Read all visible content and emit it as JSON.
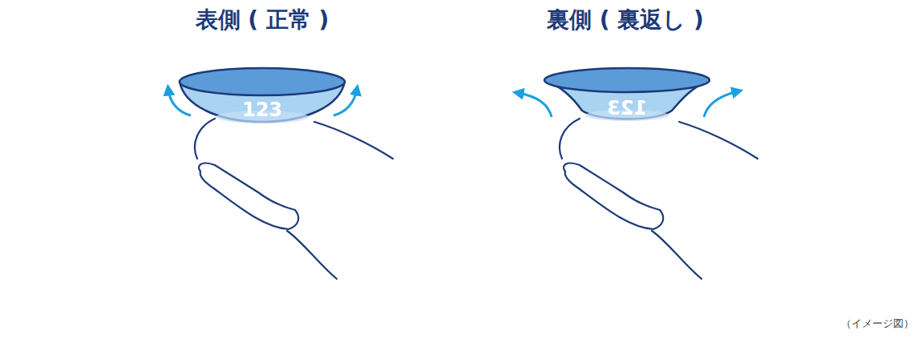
{
  "diagram": {
    "caption": "（イメージ図）",
    "labels": [
      "表側 ( 正常 )",
      "123",
      "裏側 ( 裏返し )",
      "123"
    ]
  }
}
